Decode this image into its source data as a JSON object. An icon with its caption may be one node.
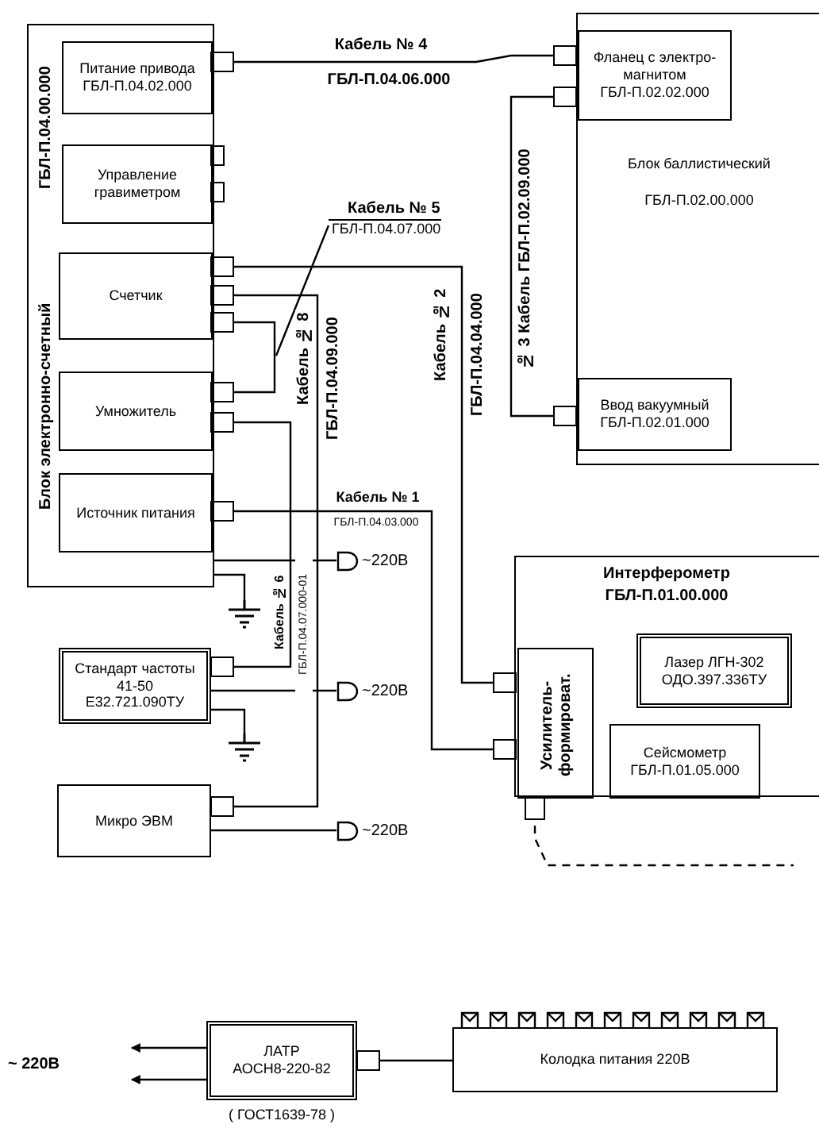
{
  "diagram": {
    "nodes": [
      {
        "text": [
          "Блок электронно-счетный",
          "ГБЛ-П.04.00.000"
        ]
      },
      {
        "text": [
          "Питание привода",
          "ГБЛ-П.04.02.000"
        ],
        "in": 0
      },
      {
        "text": [
          "Управление гравиметром"
        ],
        "in": 0
      },
      {
        "text": [
          "Счетчик"
        ],
        "in": 0
      },
      {
        "text": [
          "Умножитель"
        ],
        "in": 0
      },
      {
        "text": [
          "Источник питания"
        ],
        "in": 0
      },
      {
        "text": [
          "Стандарт частоты 41-50",
          "Е32.721.090ТУ"
        ]
      },
      {
        "text": [
          "Микро ЭВМ"
        ]
      },
      {
        "text": [
          "Блок баллистический",
          "ГБЛ-П.02.00.000"
        ]
      },
      {
        "text": [
          "Фланец с электро-магнитом",
          "ГБЛ-П.02.02.000"
        ],
        "in": 8
      },
      {
        "text": [
          "Ввод вакуумный",
          "ГБЛ-П.02.01.000"
        ],
        "in": 8
      },
      {
        "text": [
          "Интерферометр",
          "ГБЛ-П.01.00.000"
        ]
      },
      {
        "text": [
          "Усилитель-формироват."
        ],
        "in": 11
      },
      {
        "text": [
          "Лазер ЛГН-302",
          "ОДО.397.336ТУ"
        ],
        "in": 11
      },
      {
        "text": [
          "Сейсмометр",
          "ГБЛ-П.01.05.000"
        ],
        "in": 11
      },
      {
        "text": [
          "ЛАТР",
          "АОСН8-220-82"
        ],
        "beside": [
          "( ГОСТ1639-78 )"
        ]
      },
      {
        "text": [
          "Колодка питания  220В"
        ]
      },
      {
        "text": [
          "~220В"
        ]
      },
      {
        "text": [
          "~220В"
        ]
      },
      {
        "text": [
          "~220В"
        ]
      },
      {
        "text": [
          "~ 220В"
        ]
      },
      {
        "text": [],
        "shape": "ground"
      },
      {
        "text": [],
        "shape": "ground"
      },
      {
        "text": [
          "Кабель № 5",
          "ГБЛ-П.04.07.000"
        ]
      }
    ],
    "edges": [
      {
        "from": 1,
        "to": 9,
        "arrow": "other",
        "label": "Кабель № 4"
      },
      {
        "from": 9,
        "to": 10,
        "arrow": "other",
        "label": "№ 3 Кабель ГБЛ-П.02.09.000"
      },
      {
        "from": 3,
        "to": 4,
        "arrow": "other"
      },
      {
        "from": 3,
        "to": 12,
        "arrow": "other",
        "label": "Кабель № 2"
      },
      {
        "from": 3,
        "to": 7,
        "arrow": "other",
        "label": "Кабель № 8"
      },
      {
        "from": 4,
        "to": 6,
        "arrow": "other",
        "label": "Кабель № 6"
      },
      {
        "from": 5,
        "to": 12,
        "arrow": "other",
        "label": "Кабель № 1"
      },
      {
        "from": 0,
        "to": 17,
        "arrow": "none"
      },
      {
        "from": 0,
        "to": 21,
        "arrow": "none"
      },
      {
        "from": 6,
        "to": 18,
        "arrow": "none"
      },
      {
        "from": 6,
        "to": 22,
        "arrow": "none"
      },
      {
        "from": 7,
        "to": 19,
        "arrow": "none"
      },
      {
        "from": 12,
        "to": null,
        "arrow": "other",
        "style": "dashed"
      },
      {
        "from": 15,
        "to": 16,
        "arrow": "other"
      },
      {
        "from": 15,
        "to": 20,
        "arrow": "to"
      },
      {
        "from": 15,
        "to": 20,
        "arrow": "to"
      },
      {
        "from": 23,
        "to": null,
        "arrow": "none"
      }
    ],
    "labels": [
      "ГБЛ-П.04.06.000",
      "ГБЛ-П.04.09.000",
      "ГБЛ-П.04.04.000",
      "ГБЛ-П.04.03.000",
      "ГБЛ-П.04.07.000-01"
    ]
  }
}
